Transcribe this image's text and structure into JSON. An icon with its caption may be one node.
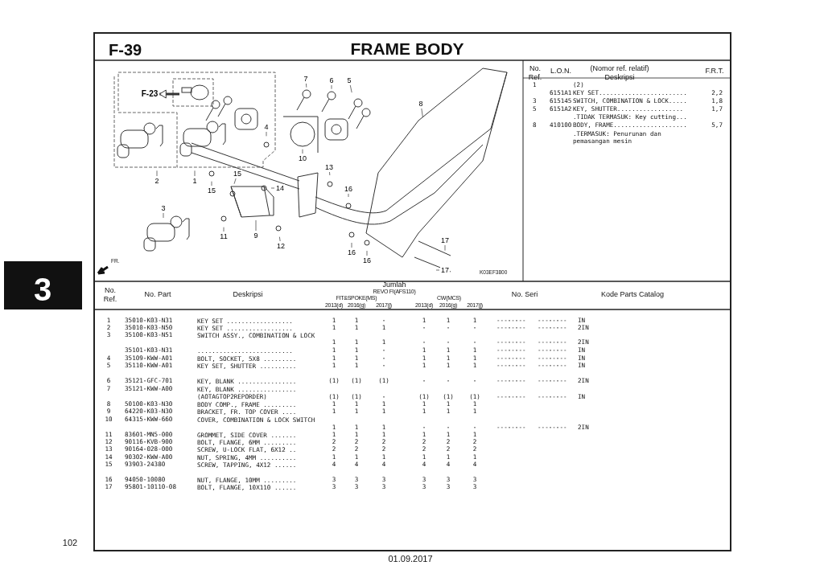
{
  "diagram": {
    "title": "FRAME BODY",
    "nodes": [
      {
        "text": [
          "F-23"
        ]
      },
      {
        "text": [
          "7"
        ]
      },
      {
        "text": [
          "6"
        ]
      },
      {
        "text": [
          "5"
        ]
      },
      {
        "text": [
          "8"
        ]
      },
      {
        "text": [
          "4"
        ]
      },
      {
        "text": [
          "10"
        ]
      },
      {
        "text": [
          "13"
        ]
      },
      {
        "text": [
          "15"
        ]
      },
      {
        "text": [
          "2"
        ]
      },
      {
        "text": [
          "1"
        ]
      },
      {
        "text": [
          "14"
        ]
      },
      {
        "text": [
          "16"
        ]
      },
      {
        "text": [
          "15"
        ]
      },
      {
        "text": [
          "3"
        ]
      },
      {
        "text": [
          "9"
        ]
      },
      {
        "text": [
          "11"
        ]
      },
      {
        "text": [
          "17"
        ]
      },
      {
        "text": [
          "12"
        ]
      },
      {
        "text": [
          "16"
        ]
      },
      {
        "text": [
          "16"
        ]
      },
      {
        "text": [
          "17"
        ]
      }
    ],
    "edges": [
      {
        "from": null,
        "to": 0,
        "arrow": "to",
        "style": "thick"
      },
      {
        "from": 1,
        "to": null,
        "arrow": "none"
      },
      {
        "from": 2,
        "to": null,
        "arrow": "none"
      },
      {
        "from": 3,
        "to": null,
        "arrow": "none"
      },
      {
        "from": 4,
        "to": null,
        "arrow": "none"
      },
      {
        "from": 5,
        "to": null,
        "arrow": "none"
      },
      {
        "from": 6,
        "to": null,
        "arrow": "none"
      },
      {
        "from": 7,
        "to": null,
        "arrow": "none"
      },
      {
        "from": 8,
        "to": null,
        "arrow": "none"
      },
      {
        "from": 9,
        "to": null,
        "arrow": "none"
      },
      {
        "from": 10,
        "to": null,
        "arrow": "none"
      },
      {
        "from": 11,
        "to": null,
        "arrow": "none"
      },
      {
        "from": 12,
        "to": null,
        "arrow": "none"
      },
      {
        "from": 13,
        "to": null,
        "arrow": "none"
      },
      {
        "from": 14,
        "to": null,
        "arrow": "none"
      },
      {
        "from": 15,
        "to": null,
        "arrow": "none"
      },
      {
        "from": 16,
        "to": null,
        "arrow": "none"
      },
      {
        "from": 17,
        "to": null,
        "arrow": "none"
      },
      {
        "from": 18,
        "to": null,
        "arrow": "none"
      },
      {
        "from": 19,
        "to": null,
        "arrow": "none"
      },
      {
        "from": 20,
        "to": null,
        "arrow": "none"
      },
      {
        "from": 21,
        "to": null,
        "arrow": "none"
      }
    ],
    "labels": [
      "F-39",
      "K03EF3800",
      "FR.",
      "No. Ref.",
      "L.O.N.",
      "(Nomor ref. relatif) Deskripsi",
      "F.R.T.",
      "1",
      "(2)",
      "6151A1",
      "KEY SET........................",
      "2,2",
      "3",
      "615145",
      "SWITCH, COMBINATION & LOCK.....",
      "1,8",
      "5",
      "6151A2",
      "KEY, SHUTTER..................",
      "1,7",
      ".TIDAK TERMASUK: Key cutting...",
      "8",
      "410100",
      "BODY, FRAME....................",
      "5,7",
      ".TERMASUK: Penurunan dan pemasangan mesin",
      "3",
      "No. Ref.",
      "No. Part",
      "Deskripsi",
      "Jumlah",
      "REVO FI(AFS110)",
      "FIT&SPOKE(MS)",
      "CW(MCS)",
      "2013(d)",
      "2016(g)",
      "2017(j)",
      "2013(d)",
      "2016(g)",
      "2017(j)",
      "No. Seri",
      "Kode Parts Catalog",
      "1",
      "35010-K03-N31",
      "KEY SET ..................",
      "1",
      "1",
      "-",
      "1",
      "1",
      "1",
      "--------",
      "--------",
      "IN",
      "2",
      "35010-K03-N50",
      "KEY SET ..................",
      "1",
      "1",
      "1",
      "-",
      "-",
      "-",
      "--------",
      "--------",
      "2IN",
      "3",
      "35100-K03-N51",
      "SWITCH ASSY., COMBINATION & LOCK",
      "1",
      "1",
      "1",
      "-",
      "-",
      "-",
      "--------",
      "--------",
      "2IN",
      "35101-K03-N31",
      "..........................",
      "1",
      "1",
      "-",
      "1",
      "1",
      "1",
      "--------",
      "--------",
      "IN",
      "4",
      "35109-KWW-A01",
      "BOLT, SOCKET, 5X8 .........",
      "1",
      "1",
      "-",
      "1",
      "1",
      "1",
      "--------",
      "--------",
      "IN",
      "5",
      "35110-KWW-A01",
      "KEY SET, SHUTTER ..........",
      "1",
      "1",
      "-",
      "1",
      "1",
      "1",
      "--------",
      "--------",
      "IN",
      "6",
      "35121-GFC-701",
      "KEY, BLANK ................",
      "(1)",
      "(1)",
      "(1)",
      "-",
      "-",
      "-",
      "--------",
      "--------",
      "2IN",
      "7",
      "35121-KWW-A00",
      "KEY, BLANK ................ (AOTAGTOP2REPORDER)",
      "(1)",
      "(1)",
      "-",
      "(1)",
      "(1)",
      "(1)",
      "--------",
      "--------",
      "IN",
      "8",
      "50100-K03-N30",
      "BODY COMP., FRAME .........",
      "1",
      "1",
      "1",
      "1",
      "1",
      "1",
      "9",
      "64220-K03-N30",
      "BRACKET, FR. TOP COVER ....",
      "1",
      "1",
      "1",
      "1",
      "1",
      "1",
      "10",
      "64315-KWW-660",
      "COVER, COMBINATION & LOCK SWITCH",
      "1",
      "1",
      "1",
      "-",
      "-",
      "-",
      "--------",
      "--------",
      "2IN",
      "11",
      "83601-MN5-000",
      "GROMMET, SIDE COVER .......",
      "1",
      "1",
      "1",
      "1",
      "1",
      "1",
      "12",
      "90116-KVB-900",
      "BOLT, FLANGE, 6MM .........",
      "2",
      "2",
      "2",
      "2",
      "2",
      "2",
      "13",
      "90164-028-000",
      "SCREW, U-LOCK FLAT, 6X12 ..",
      "2",
      "2",
      "2",
      "2",
      "2",
      "2",
      "14",
      "90302-KWW-A00",
      "NUT, SPRING, 4MM ..........",
      "1",
      "1",
      "1",
      "1",
      "1",
      "1",
      "15",
      "93903-24380",
      "SCREW, TAPPING, 4X12 ......",
      "4",
      "4",
      "4",
      "4",
      "4",
      "4",
      "16",
      "94050-10080",
      "NUT, FLANGE, 10MM .........",
      "3",
      "3",
      "3",
      "3",
      "3",
      "3",
      "17",
      "95801-10110-08",
      "BOLT, FLANGE, 10X110 ......",
      "3",
      "3",
      "3",
      "3",
      "3",
      "3",
      "102",
      "01.09.2017"
    ]
  }
}
